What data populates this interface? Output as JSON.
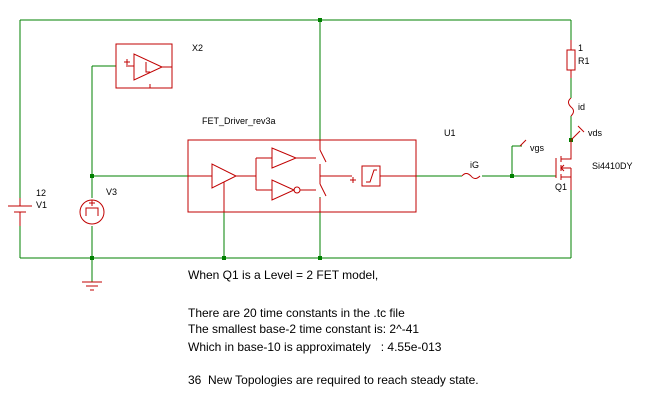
{
  "colors": {
    "wire": "#008000",
    "component": "#c00000",
    "text": "#000000",
    "background": "#ffffff"
  },
  "labels": {
    "x2": "X2",
    "r1_value": "1",
    "r1_name": "R1",
    "id": "id",
    "vds": "vds",
    "fet_driver": "FET_Driver_rev3a",
    "u1": "U1",
    "vgs": "vgs",
    "ig": "iG",
    "part": "Si4410DY",
    "q1": "Q1",
    "v1_value": "12",
    "v1_name": "V1",
    "v3": "V3"
  },
  "notes": {
    "line1": "When Q1 is a Level = 2 FET model,",
    "line2": "There are 20 time constants in the .tc file",
    "line3": "The smallest base-2 time constant is: 2^-41",
    "line4": "Which in base-10 is approximately   : 4.55e-013",
    "line5": "36  New Topologies are required to reach steady state."
  }
}
